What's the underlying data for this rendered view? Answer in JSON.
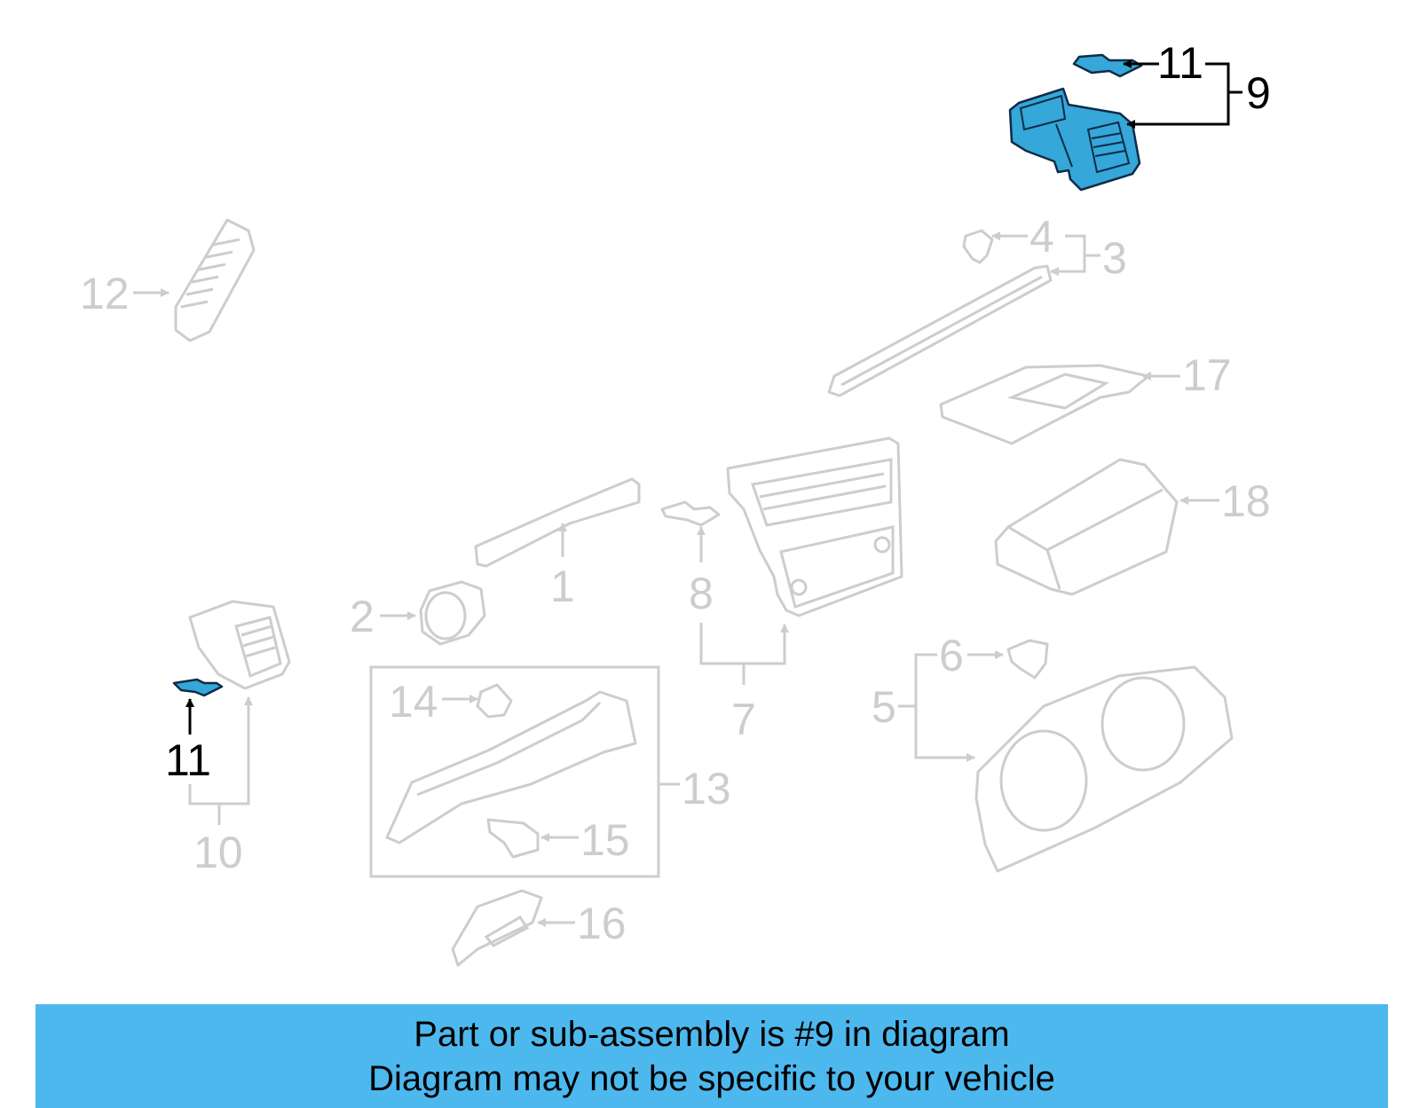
{
  "callouts": {
    "c1": "1",
    "c2": "2",
    "c3": "3",
    "c4": "4",
    "c5": "5",
    "c6": "6",
    "c7": "7",
    "c8": "8",
    "c9": "9",
    "c10": "10",
    "c11_top": "11",
    "c11_left": "11",
    "c12": "12",
    "c13": "13",
    "c14": "14",
    "c15": "15",
    "c16": "16",
    "c17": "17",
    "c18": "18"
  },
  "banner": {
    "line1": "Part or sub-assembly is #9 in diagram",
    "line2": "Diagram may not be specific to your vehicle"
  },
  "colors": {
    "highlight": "#35a7d8",
    "banner": "#4db8ee",
    "inactive_parts": "#cdcdcd"
  }
}
